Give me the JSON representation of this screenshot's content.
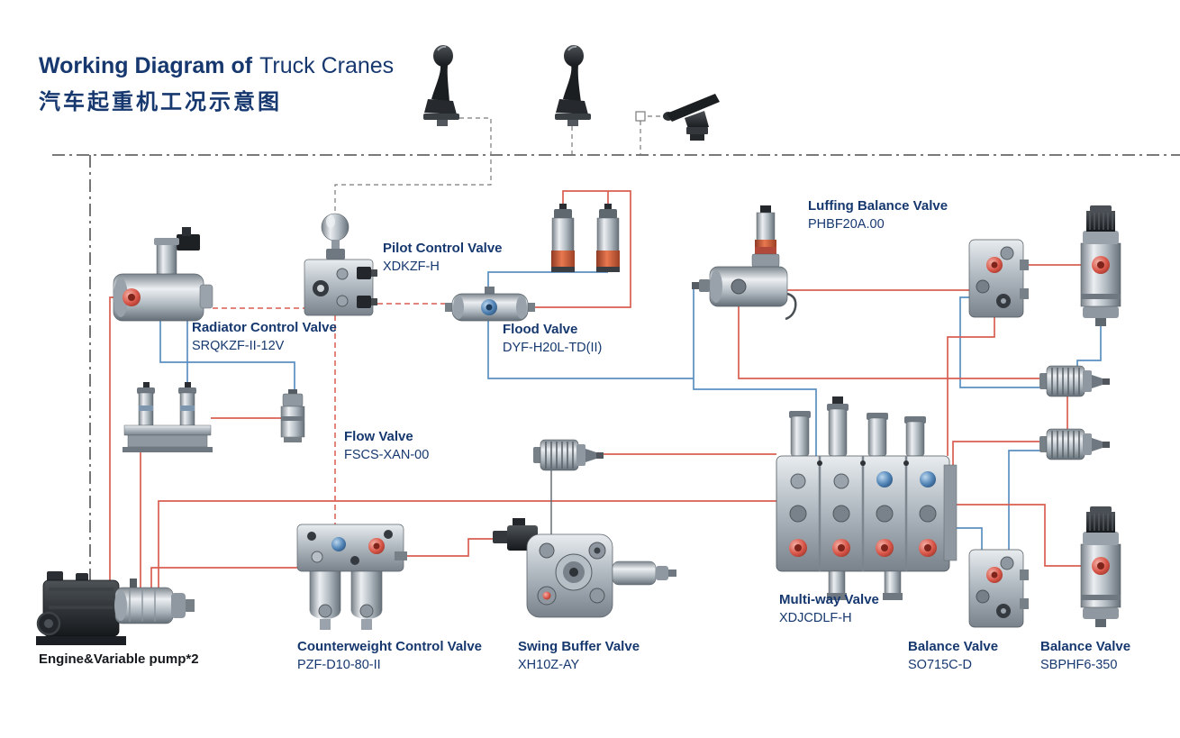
{
  "title": {
    "en_bold": "Working Diagram of",
    "en_light": "Truck Cranes",
    "zh": "汽车起重机工况示意图"
  },
  "controls": {
    "items": [
      "pilot-joystick-left",
      "pilot-joystick-right",
      "foot-pedal"
    ]
  },
  "components": [
    {
      "name": "Pilot Control Valve",
      "model": "XDKZF-H"
    },
    {
      "name": "Radiator Control Valve",
      "model": "SRQKZF-II-12V"
    },
    {
      "name": "Flood Valve",
      "model": "DYF-H20L-TD(II)"
    },
    {
      "name": "Luffing Balance Valve",
      "model": "PHBF20A.00"
    },
    {
      "name": "Flow Valve",
      "model": "FSCS-XAN-00"
    },
    {
      "name": "Counterweight Control Valve",
      "model": "PZF-D10-80-II"
    },
    {
      "name": "Swing Buffer Valve",
      "model": "XH10Z-AY"
    },
    {
      "name": "Multi-way Valve",
      "model": "XDJCDLF-H"
    },
    {
      "name": "Balance Valve",
      "model": "SO715C-D"
    },
    {
      "name": "Balance Valve",
      "model": "SBPHF6-350"
    },
    {
      "name": "Engine&Variable pump*2",
      "model": ""
    }
  ],
  "colors": {
    "title_text": "#16386f",
    "label_text": "#16386f",
    "hydraulic_red_line": "#d95f52",
    "hydraulic_blue_line": "#5b8fc0",
    "pilot_dashed_red_line": "#d95f52",
    "boundary_dashdot_line": "#2b2b2b",
    "control_dashed_line": "#7a7a7a"
  }
}
